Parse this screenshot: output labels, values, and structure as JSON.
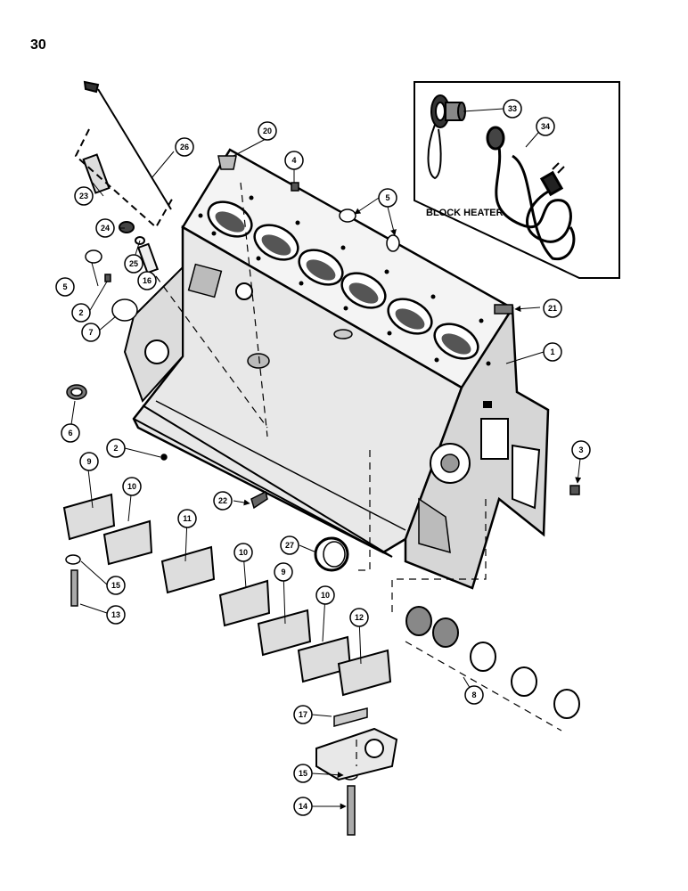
{
  "page_number": "30",
  "inset": {
    "title": "BLOCK HEATER"
  },
  "callouts": [
    {
      "id": "c1",
      "label": "1"
    },
    {
      "id": "c2a",
      "label": "2"
    },
    {
      "id": "c2b",
      "label": "2"
    },
    {
      "id": "c3",
      "label": "3"
    },
    {
      "id": "c4",
      "label": "4"
    },
    {
      "id": "c5a",
      "label": "5"
    },
    {
      "id": "c5b",
      "label": "5"
    },
    {
      "id": "c6",
      "label": "6"
    },
    {
      "id": "c7",
      "label": "7"
    },
    {
      "id": "c8",
      "label": "8"
    },
    {
      "id": "c9a",
      "label": "9"
    },
    {
      "id": "c9b",
      "label": "9"
    },
    {
      "id": "c10a",
      "label": "10"
    },
    {
      "id": "c10b",
      "label": "10"
    },
    {
      "id": "c10c",
      "label": "10"
    },
    {
      "id": "c11",
      "label": "11"
    },
    {
      "id": "c12",
      "label": "12"
    },
    {
      "id": "c13",
      "label": "13"
    },
    {
      "id": "c14",
      "label": "14"
    },
    {
      "id": "c15a",
      "label": "15"
    },
    {
      "id": "c15b",
      "label": "15"
    },
    {
      "id": "c16",
      "label": "16"
    },
    {
      "id": "c17",
      "label": "17"
    },
    {
      "id": "c20",
      "label": "20"
    },
    {
      "id": "c21",
      "label": "21"
    },
    {
      "id": "c22",
      "label": "22"
    },
    {
      "id": "c23",
      "label": "23"
    },
    {
      "id": "c24",
      "label": "24"
    },
    {
      "id": "c25",
      "label": "25"
    },
    {
      "id": "c26",
      "label": "26"
    },
    {
      "id": "c27",
      "label": "27"
    },
    {
      "id": "c33",
      "label": "33"
    },
    {
      "id": "c34",
      "label": "34"
    }
  ]
}
